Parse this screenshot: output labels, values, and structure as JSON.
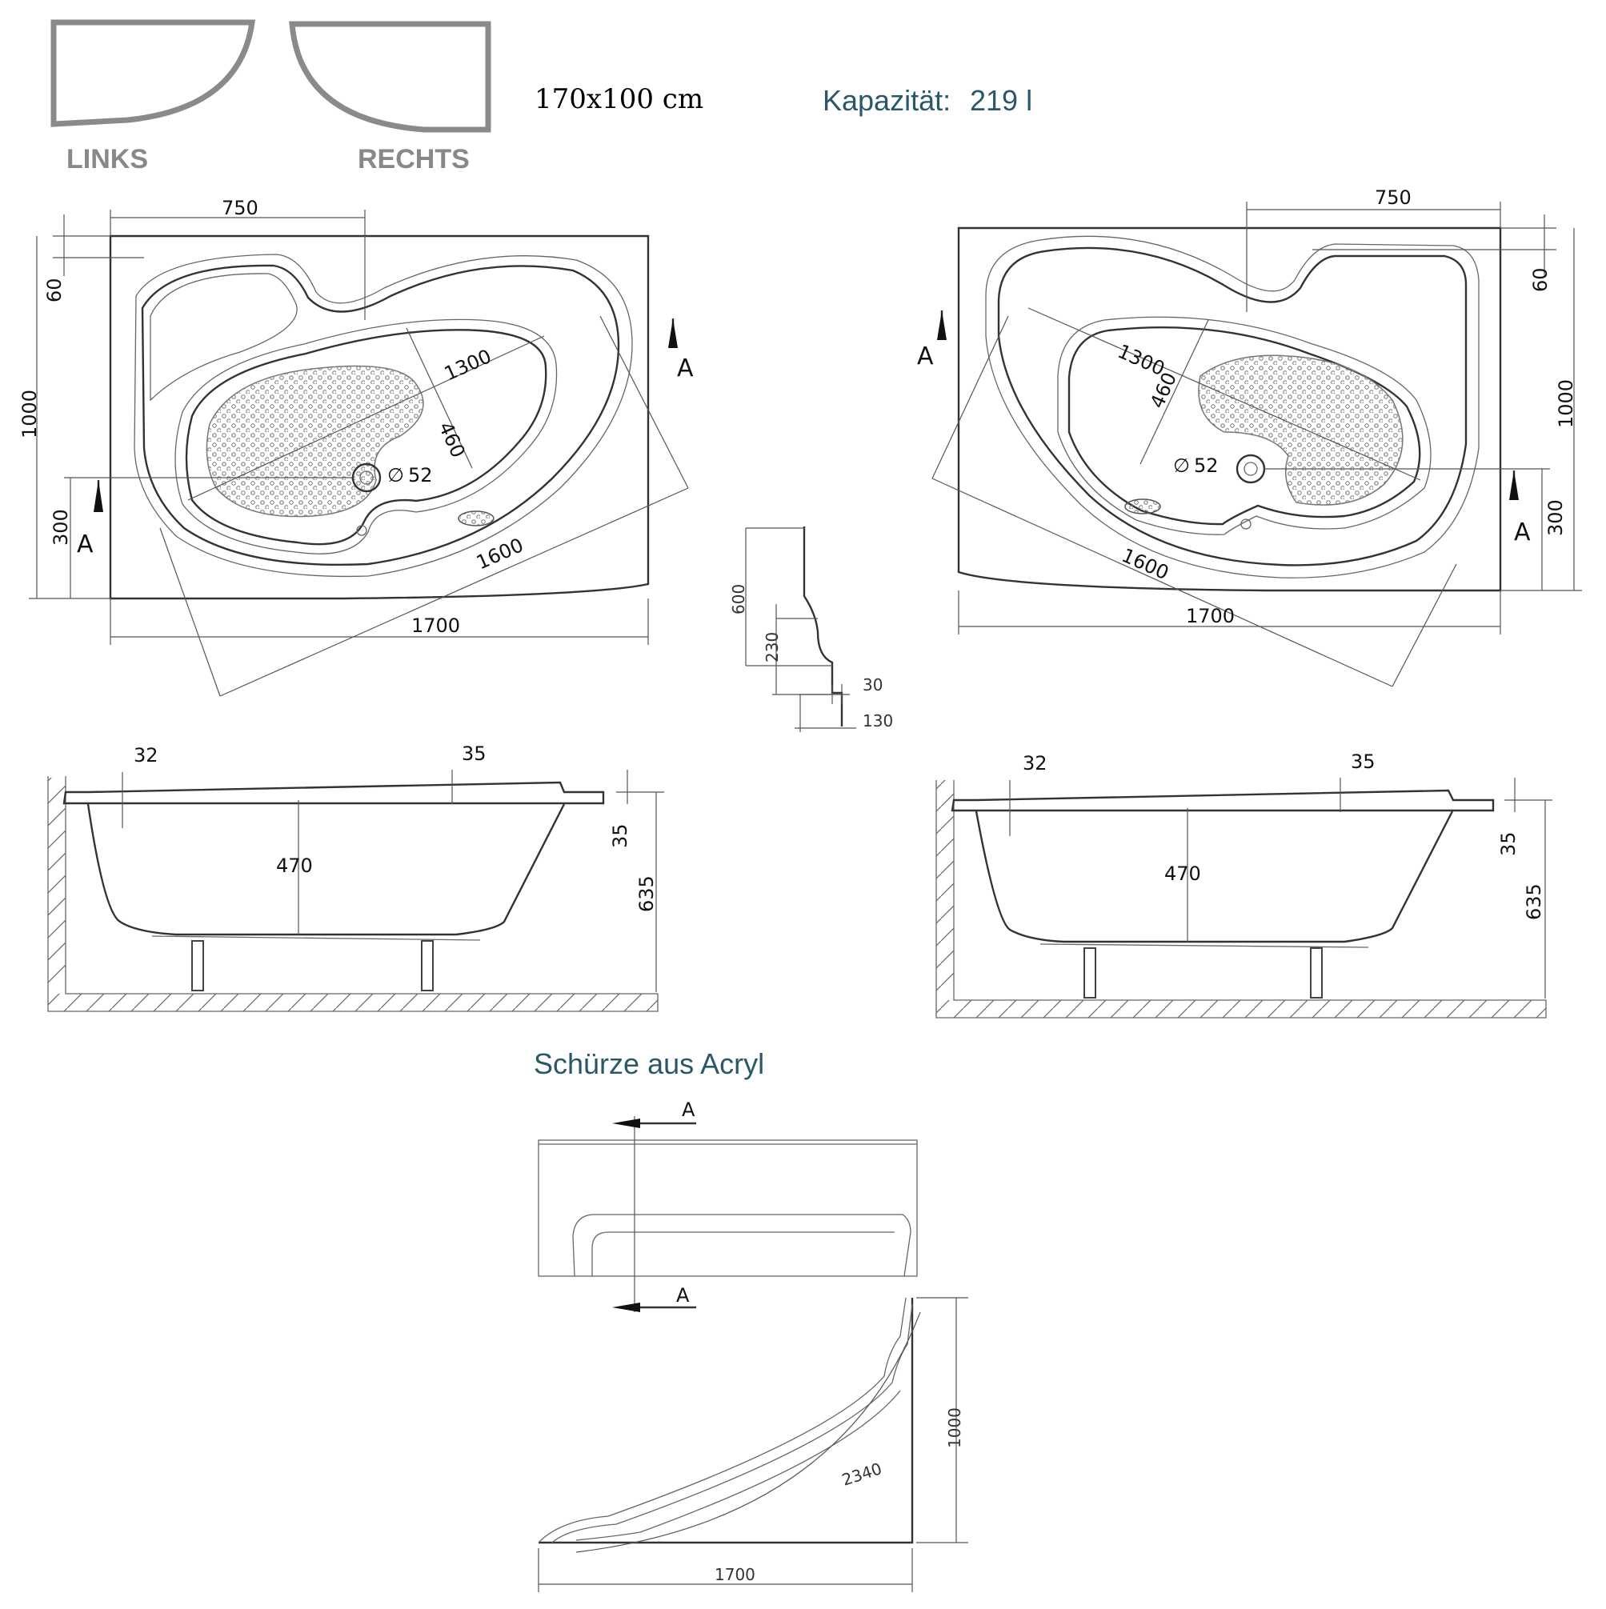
{
  "header": {
    "size": "170x100 cm",
    "capacity_label": "Kapazität:",
    "capacity_value": "219 l"
  },
  "variants": {
    "left": "LINKS",
    "right": "RECHTS"
  },
  "top_view_dims": {
    "d750": "750",
    "d60": "60",
    "d1000": "1000",
    "d300": "300",
    "d1300": "1300",
    "d460": "460",
    "d52": "52",
    "dia": "∅",
    "d1600": "1600",
    "d1700": "1700",
    "section": "A"
  },
  "profile_dims": {
    "d600": "600",
    "d230": "230",
    "d30": "30",
    "d130": "130"
  },
  "side_view_dims": {
    "d32": "32",
    "d35a": "35",
    "d35b": "35",
    "d470": "470",
    "d635": "635"
  },
  "apron": {
    "title": "Schürze aus Acryl",
    "section": "A",
    "d1000": "1000",
    "d2340": "2340",
    "d1700": "1700"
  }
}
